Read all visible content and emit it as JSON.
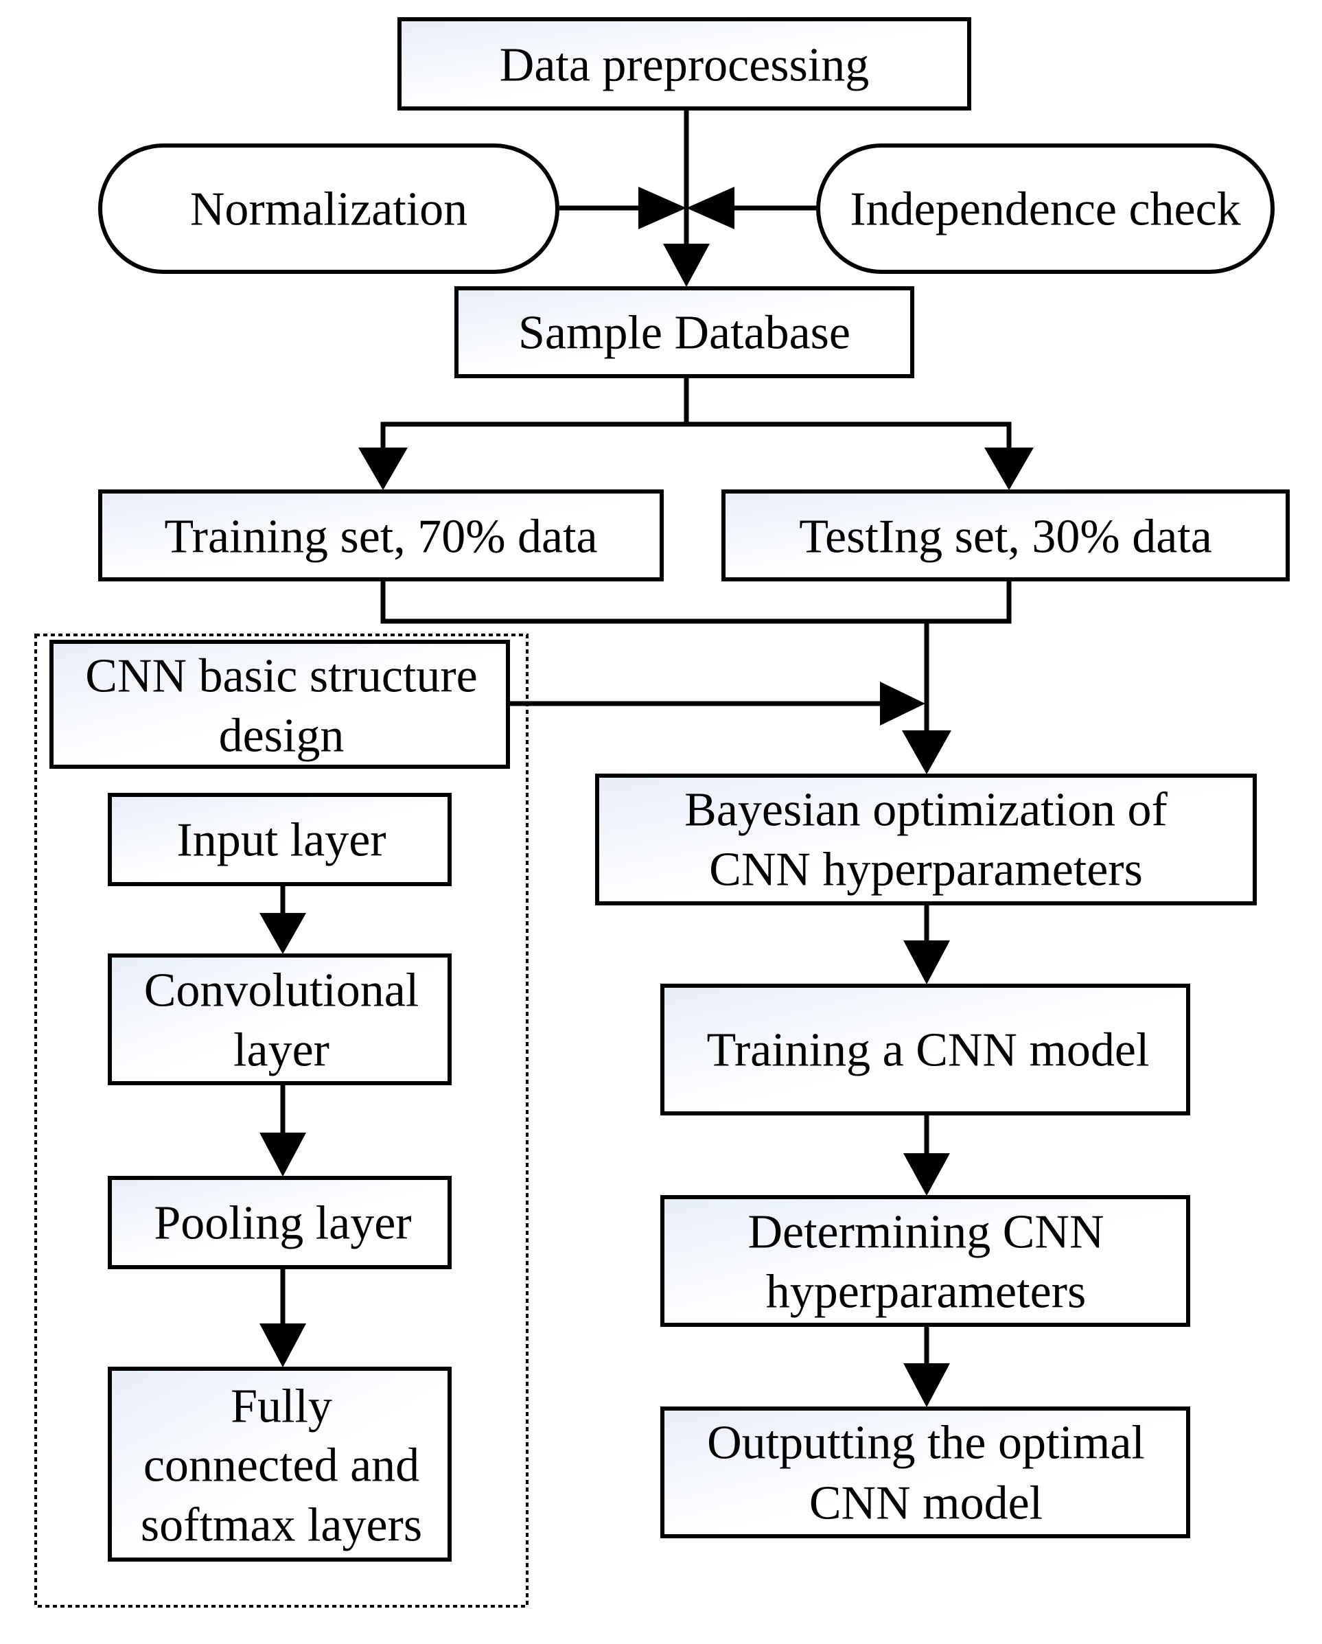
{
  "nodes": {
    "data_preprocessing": "Data preprocessing",
    "normalization": "Normalization",
    "independence_check": "Independence check",
    "sample_database": "Sample Database",
    "training_set": "Training set, 70% data",
    "testing_set": "TestIng set, 30% data",
    "cnn_basic_design": [
      "CNN basic structure",
      "design"
    ],
    "input_layer": "Input layer",
    "convolutional_layer": [
      "Convolutional",
      "layer"
    ],
    "pooling_layer": "Pooling layer",
    "fully_connected": [
      "Fully",
      "connected and",
      "softmax layers"
    ],
    "bayesian_optimization": [
      "Bayesian optimization of",
      "CNN hyperparameters"
    ],
    "training_cnn_model": "Training a CNN model",
    "determining_hyperparameters": [
      "Determining CNN",
      "hyperparameters"
    ],
    "outputting_model": [
      "Outputting the optimal",
      "CNN model"
    ]
  },
  "colors": {
    "box_fill_start": "#e7edf8",
    "box_fill_end": "#ffffff",
    "stroke": "#000000"
  }
}
